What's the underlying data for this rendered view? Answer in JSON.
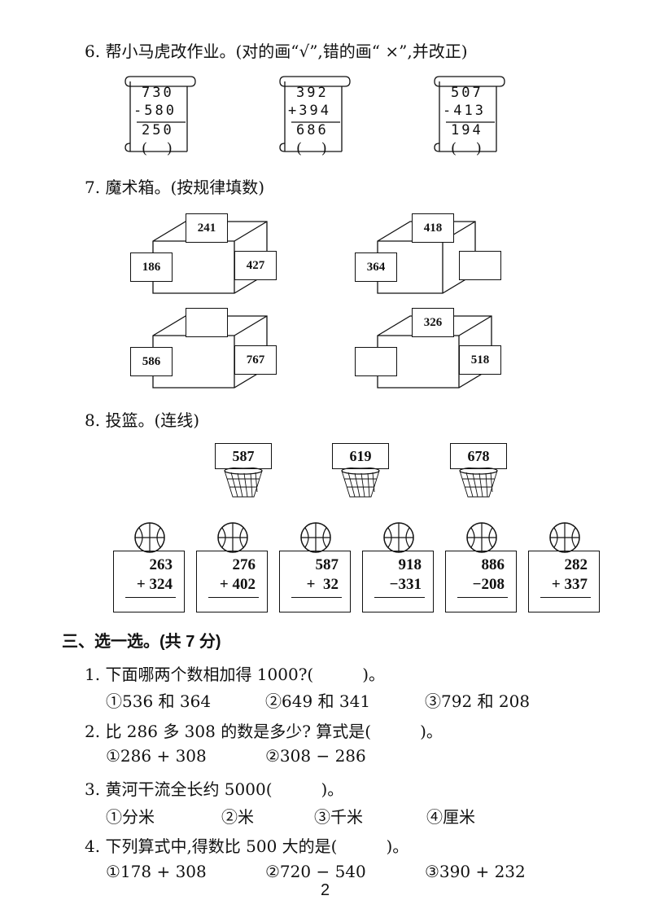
{
  "q6": {
    "title": "6. 帮小马虎改作业。(对的画“√”,错的画“ ×”,并改正)",
    "items": [
      {
        "a": "730",
        "b": "-580",
        "r": "250",
        "paren": "(　 )"
      },
      {
        "a": "392",
        "b": "+394",
        "r": "686",
        "paren": "(　 )"
      },
      {
        "a": "507",
        "b": "-413",
        "r": "194",
        "paren": "(　 )"
      }
    ]
  },
  "q7": {
    "title": "7. 魔术箱。(按规律填数)",
    "boxes": [
      {
        "top": "241",
        "left": "186",
        "right": "427"
      },
      {
        "top": "418",
        "left": "364",
        "right": ""
      },
      {
        "top": "",
        "left": "586",
        "right": "767"
      },
      {
        "top": "326",
        "left": "",
        "right": "518"
      }
    ]
  },
  "q8": {
    "title": "8. 投篮。(连线)",
    "hoops": [
      "587",
      "619",
      "678"
    ],
    "cards": [
      {
        "a": "263",
        "b": "+ 324"
      },
      {
        "a": "276",
        "b": "+ 402"
      },
      {
        "a": "587",
        "b": "+  32"
      },
      {
        "a": "918",
        "b": "−331"
      },
      {
        "a": "886",
        "b": "−208"
      },
      {
        "a": "282",
        "b": "+ 337"
      }
    ]
  },
  "section3": {
    "title": "三、选一选。(共 7 分)",
    "questions": [
      {
        "text": "1. 下面哪两个数相加得 1000?(　　　)。",
        "options": [
          "①536 和 364",
          "②649 和 341",
          "③792 和 208"
        ]
      },
      {
        "text": "2. 比 286 多 308 的数是多少? 算式是(　　　)。",
        "options": [
          "①286 + 308",
          "②308 − 286"
        ]
      },
      {
        "text": "3. 黄河干流全长约 5000(　　　)。",
        "options": [
          "①分米",
          "②米",
          "③千米",
          "④厘米"
        ]
      },
      {
        "text": "4. 下列算式中,得数比 500 大的是(　　　)。",
        "options": [
          "①178 + 308",
          "②720 − 540",
          "③390 + 232"
        ]
      }
    ]
  },
  "page_number": "2"
}
